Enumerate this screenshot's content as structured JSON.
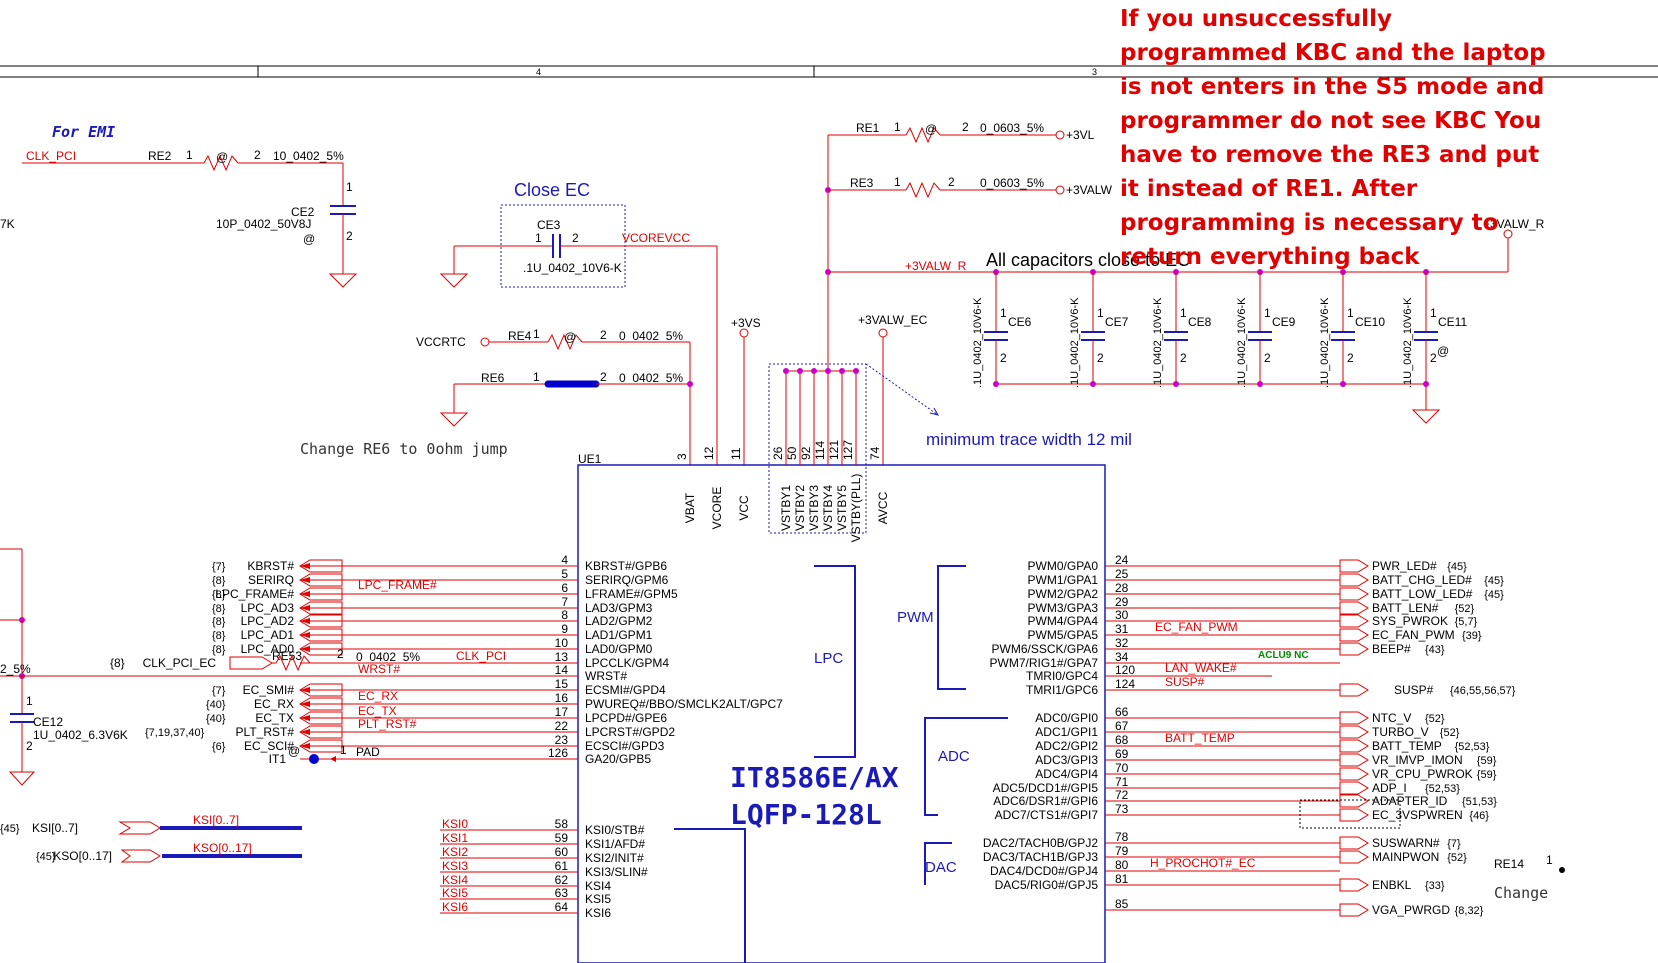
{
  "frame": {
    "zone_4": "4",
    "zone_3": "3"
  },
  "note": "If you unsuccessfully programmed KBC and the laptop is not enters in the S5 mode and programmer do not see KBC You have to remove the RE3 and put it instead of RE1. After programming is necessary to return everything back",
  "annotations": {
    "for_emi": "For EMI",
    "close_ec": "Close EC",
    "all_caps": "All capacitors close to EC",
    "min_trace": "minimum trace width 12 mil",
    "change_re6": "Change RE6 to 0ohm jump",
    "change_cut": "Change"
  },
  "nets": {
    "clk_pci": "CLK_PCI",
    "vcorevcc": "VCOREVCC",
    "vccrtc": "VCCRTC",
    "p3vs": "+3VS",
    "p3valw_ec": "+3VALW_EC",
    "p3valw_r": "+3VALW_R",
    "p3valw_r_label": "+3VALW_R",
    "p3vl": "+3VL",
    "p3valw": "+3VALW",
    "lpc_frame": "LPC_FRAME#",
    "wrst": "WRST#",
    "clk_pci_red": "CLK_PCI",
    "ec_rx": "EC_RX",
    "ec_tx": "EC_TX",
    "plt_rst": "PLT_RST#",
    "pad": "PAD",
    "ksi_bus": "KSI[0..7]",
    "kso_bus": "KSO[0..17]",
    "ec_fan_pwm": "EC_FAN_PWM",
    "lan_wake": "LAN_WAKE#",
    "susp": "SUSP#",
    "batt_temp": "BATT_TEMP",
    "h_prochot": "H_PROCHOT#_EC",
    "aclu9": "ACLU9  NC",
    "re14": "RE14"
  },
  "components": {
    "re2": {
      "ref": "RE2",
      "pin1": "1",
      "pin2": "2",
      "value": "10_0402_5%"
    },
    "ce2": {
      "ref": "CE2",
      "value": "10P_0402_50V8J",
      "pin1": "1",
      "pin2": "2"
    },
    "ce3": {
      "ref": "CE3",
      "value": ".1U_0402_10V6-K",
      "pin1": "1",
      "pin2": "2"
    },
    "re4": {
      "ref": "RE4",
      "pin1": "1",
      "pin2": "2",
      "value": "0_0402_5%"
    },
    "re6": {
      "ref": "RE6",
      "pin1": "1",
      "pin2": "2",
      "value": "0_0402_5%"
    },
    "re1": {
      "ref": "RE1",
      "pin1": "1",
      "pin2": "2",
      "value": "0_0603_5%"
    },
    "re3": {
      "ref": "RE3",
      "pin1": "1",
      "pin2": "2",
      "value": "0_0603_5%"
    },
    "re53": {
      "ref": "RE53",
      "pin2": "2",
      "value": "0_0402_5%"
    },
    "ce12": {
      "ref": "CE12",
      "value": "1U_0402_6.3V6K",
      "pin1": "1",
      "pin2": "2"
    },
    "left_7k": "7K",
    "left_2_5": "2_5%",
    "bank_caps": [
      {
        "ref": "CE6",
        "value": ".1U_0402_10V6-K",
        "pin1": "1",
        "pin2": "2"
      },
      {
        "ref": "CE7",
        "value": ".1U_0402_10V6-K",
        "pin1": "1",
        "pin2": "2"
      },
      {
        "ref": "CE8",
        "value": ".1U_0402_10V6-K",
        "pin1": "1",
        "pin2": "2"
      },
      {
        "ref": "CE9",
        "value": ".1U_0402_10V6-K",
        "pin1": "1",
        "pin2": "2"
      },
      {
        "ref": "CE10",
        "value": ".1U_0402_10V6-K",
        "pin1": "1",
        "pin2": "2"
      },
      {
        "ref": "CE11",
        "value": ".1U_0402_10V6-K",
        "pin1": "1",
        "pin2": "2"
      }
    ]
  },
  "ic": {
    "ref": "UE1",
    "part": "IT8586E/AX",
    "package": "LQFP-128L",
    "groups": {
      "lpc": "LPC",
      "pwm": "PWM",
      "adc": "ADC",
      "dac": "DAC"
    },
    "power_pins": [
      {
        "num": "3",
        "name": "VBAT"
      },
      {
        "num": "12",
        "name": "VCORE"
      },
      {
        "num": "11",
        "name": "VCC"
      },
      {
        "num": "26",
        "name": "VSTBY1"
      },
      {
        "num": "50",
        "name": "VSTBY2"
      },
      {
        "num": "92",
        "name": "VSTBY3"
      },
      {
        "num": "114",
        "name": "VSTBY4"
      },
      {
        "num": "121",
        "name": "VSTBY5"
      },
      {
        "num": "127",
        "name": "VSTBY(PLL)"
      },
      {
        "num": "74",
        "name": "AVCC"
      }
    ],
    "left_pins": [
      {
        "num": "4",
        "name": "KBRST#/GPB6"
      },
      {
        "num": "5",
        "name": "SERIRQ/GPM6"
      },
      {
        "num": "6",
        "name": "LFRAME#/GPM5"
      },
      {
        "num": "7",
        "name": "LAD3/GPM3"
      },
      {
        "num": "8",
        "name": "LAD2/GPM2"
      },
      {
        "num": "9",
        "name": "LAD1/GPM1"
      },
      {
        "num": "10",
        "name": "LAD0/GPM0"
      },
      {
        "num": "13",
        "name": "LPCCLK/GPM4"
      },
      {
        "num": "14",
        "name": "WRST#"
      },
      {
        "num": "15",
        "name": "ECSMI#/GPD4"
      },
      {
        "num": "16",
        "name": "PWUREQ#/BBO/SMCLK2ALT/GPC7"
      },
      {
        "num": "17",
        "name": "LPCPD#/GPE6"
      },
      {
        "num": "22",
        "name": "LPCRST#/GPD2"
      },
      {
        "num": "23",
        "name": "ECSCI#/GPD3"
      },
      {
        "num": "126",
        "name": "GA20/GPB5"
      }
    ],
    "ksi_pins": [
      {
        "num": "58",
        "name": "KSI0/STB#",
        "net": "KSI0"
      },
      {
        "num": "59",
        "name": "KSI1/AFD#",
        "net": "KSI1"
      },
      {
        "num": "60",
        "name": "KSI2/INIT#",
        "net": "KSI2"
      },
      {
        "num": "61",
        "name": "KSI3/SLIN#",
        "net": "KSI3"
      },
      {
        "num": "62",
        "name": "KSI4",
        "net": "KSI4"
      },
      {
        "num": "63",
        "name": "KSI5",
        "net": "KSI5"
      },
      {
        "num": "64",
        "name": "KSI6",
        "net": "KSI6"
      }
    ],
    "right_pins": [
      {
        "num": "24",
        "name": "PWM0/GPA0"
      },
      {
        "num": "25",
        "name": "PWM1/GPA1"
      },
      {
        "num": "28",
        "name": "PWM2/GPA2"
      },
      {
        "num": "29",
        "name": "PWM3/GPA3"
      },
      {
        "num": "30",
        "name": "PWM4/GPA4"
      },
      {
        "num": "31",
        "name": "PWM5/GPA5"
      },
      {
        "num": "32",
        "name": "PWM6/SSCK/GPA6"
      },
      {
        "num": "34",
        "name": "PWM7/RIG1#/GPA7"
      },
      {
        "num": "120",
        "name": "TMRI0/GPC4"
      },
      {
        "num": "124",
        "name": "TMRI1/GPC6"
      },
      {
        "num": "66",
        "name": "ADC0/GPI0"
      },
      {
        "num": "67",
        "name": "ADC1/GPI1"
      },
      {
        "num": "68",
        "name": "ADC2/GPI2"
      },
      {
        "num": "69",
        "name": "ADC3/GPI3"
      },
      {
        "num": "70",
        "name": "ADC4/GPI4"
      },
      {
        "num": "71",
        "name": "ADC5/DCD1#/GPI5"
      },
      {
        "num": "72",
        "name": "ADC6/DSR1#/GPI6"
      },
      {
        "num": "73",
        "name": "ADC7/CTS1#/GPI7"
      },
      {
        "num": "78",
        "name": "DAC2/TACH0B/GPJ2"
      },
      {
        "num": "79",
        "name": "DAC3/TACH1B/GPJ3"
      },
      {
        "num": "80",
        "name": "DAC4/DCD0#/GPJ4"
      },
      {
        "num": "81",
        "name": "DAC5/RIG0#/GPJ5"
      },
      {
        "num": "85",
        "name": ""
      }
    ]
  },
  "left_nets": [
    {
      "page": "{7}",
      "name": "KBRST#"
    },
    {
      "page": "{8}",
      "name": "SERIRQ"
    },
    {
      "page": "{8}",
      "name": "LPC_FRAME#"
    },
    {
      "page": "{8}",
      "name": "LPC_AD3"
    },
    {
      "page": "{8}",
      "name": "LPC_AD2"
    },
    {
      "page": "{8}",
      "name": "LPC_AD1"
    },
    {
      "page": "{8}",
      "name": "LPC_AD0"
    },
    {
      "page": "{8}",
      "name": "CLK_PCI_EC"
    },
    {
      "page": "{7}",
      "name": "EC_SMI#"
    },
    {
      "page": "{40}",
      "name": "EC_RX"
    },
    {
      "page": "{40}",
      "name": "EC_TX"
    },
    {
      "page": "{7,19,37,40}",
      "name": "PLT_RST#"
    },
    {
      "page": "{6}",
      "name": "EC_SCI#"
    },
    {
      "page": "",
      "name": "IT1"
    }
  ],
  "bus_left": [
    {
      "page": "{45}",
      "name": "KSI[0..7]"
    },
    {
      "page": "{45}",
      "name": "KSO[0..17]"
    }
  ],
  "right_nets": [
    {
      "name": "PWR_LED#",
      "page": "{45}"
    },
    {
      "name": "BATT_CHG_LED#",
      "page": "{45}"
    },
    {
      "name": "BATT_LOW_LED#",
      "page": "{45}"
    },
    {
      "name": "BATT_LEN#",
      "page": "{52}"
    },
    {
      "name": "SYS_PWROK",
      "page": "{5,7}"
    },
    {
      "name": "EC_FAN_PWM",
      "page": "{39}"
    },
    {
      "name": "BEEP#",
      "page": "{43}"
    },
    {
      "name": "SUSP#",
      "page": "{46,55,56,57}"
    },
    {
      "name": "NTC_V",
      "page": "{52}"
    },
    {
      "name": "TURBO_V",
      "page": "{52}"
    },
    {
      "name": "BATT_TEMP",
      "page": "{52,53}"
    },
    {
      "name": "VR_IMVP_IMON",
      "page": "{59}"
    },
    {
      "name": "VR_CPU_PWROK",
      "page": "{59}"
    },
    {
      "name": "ADP_I",
      "page": "{52,53}"
    },
    {
      "name": "ADAPTER_ID",
      "page": "{51,53}"
    },
    {
      "name": "EC_3VSPWREN",
      "page": "{46}"
    },
    {
      "name": "SUSWARN#",
      "page": "{7}"
    },
    {
      "name": "MAINPWON",
      "page": "{52}"
    },
    {
      "name": "ENBKL",
      "page": "{33}"
    },
    {
      "name": "VGA_PWRGD",
      "page": "{8,32}"
    }
  ],
  "colors": {
    "wire": "#e00000",
    "net_text": "#e00000",
    "body": "#1a1ab8",
    "pin": "#000000",
    "dot": "#cc00cc",
    "pad": "#0000cc",
    "note": "#e00000",
    "annotation": "#1a1ab8",
    "bus": "#1a1ab8"
  }
}
